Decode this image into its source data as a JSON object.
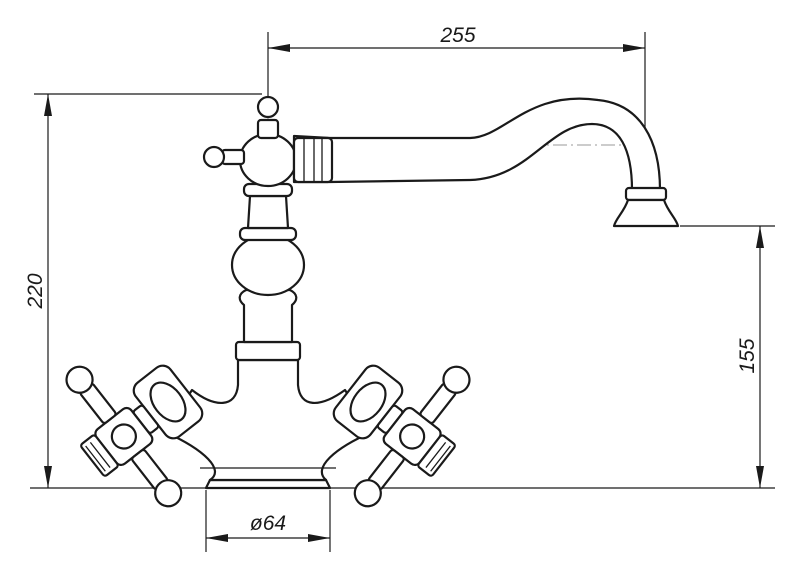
{
  "dimensions": {
    "spout_reach": "255",
    "total_height": "220",
    "spout_height": "155",
    "base_diameter": "ø64"
  },
  "colors": {
    "line": "#1a1a1a",
    "axis": "#9a9a9a",
    "background": "#ffffff"
  }
}
